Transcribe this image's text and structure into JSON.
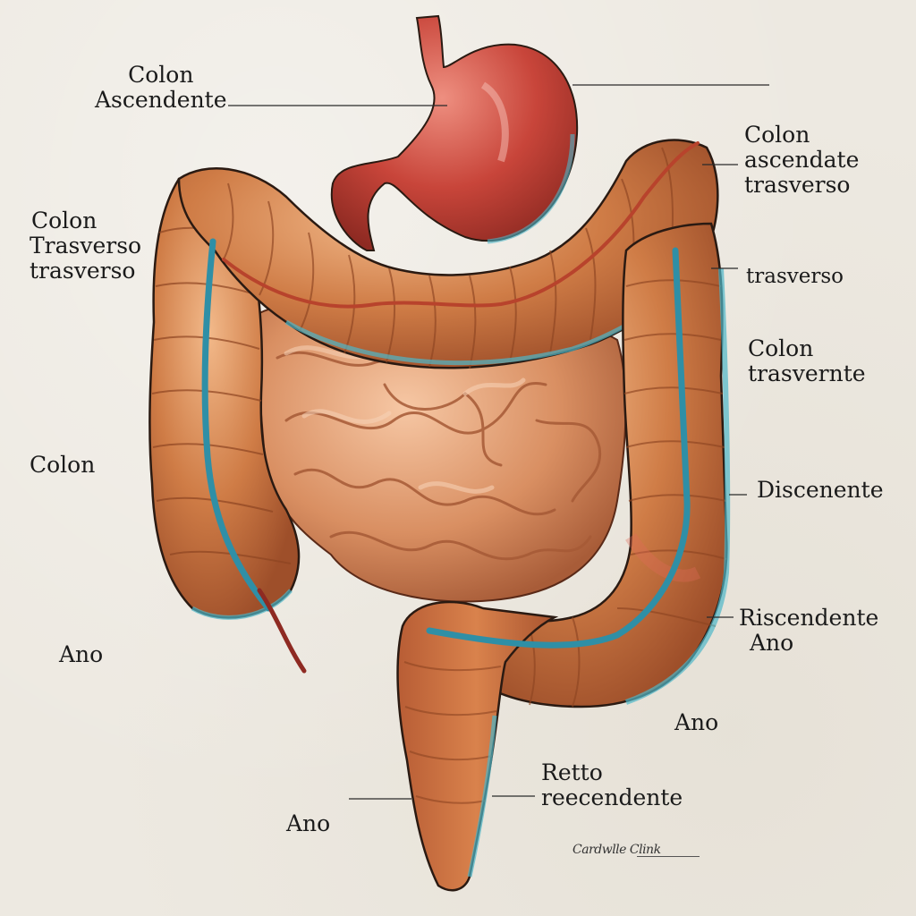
{
  "diagram": {
    "subject": "Digestive tract: stomach, small intestine, colon, rectum",
    "colors": {
      "background": "#ede9e1",
      "stomach": "#c8453a",
      "colon": "#c97a45",
      "small_intestine": "#d98f62",
      "vessel_blue": "#2f8fa6",
      "vessel_red": "#b8432c",
      "outline": "#2a1a12",
      "label_text": "#1a1a1a"
    }
  },
  "labels": {
    "top_left": {
      "line1": "Colon",
      "line2": "Ascendente"
    },
    "left_upper": {
      "line1": "Colon",
      "line2": "Trasverso",
      "line3": "trasverso"
    },
    "left_middle": {
      "line1": "Colon"
    },
    "left_lower": {
      "line1": "Ano"
    },
    "right_top": {
      "line1": "Colon",
      "line2": "ascendate",
      "line3": "trasverso"
    },
    "right_upper": {
      "line1": "trasverso"
    },
    "right_middle": {
      "line1": "Colon",
      "line2": "trasvernte"
    },
    "right_descending": {
      "line1": "Discenente"
    },
    "right_lower": {
      "line1": "Riscendente",
      "line2": "Ano"
    },
    "right_bottom": {
      "line1": "Ano"
    },
    "bottom_rectum": {
      "line1": "Retto",
      "line2": "reecendente"
    },
    "bottom_left": {
      "line1": "Ano"
    }
  },
  "signature": {
    "text": "Cardwlle Clink"
  }
}
